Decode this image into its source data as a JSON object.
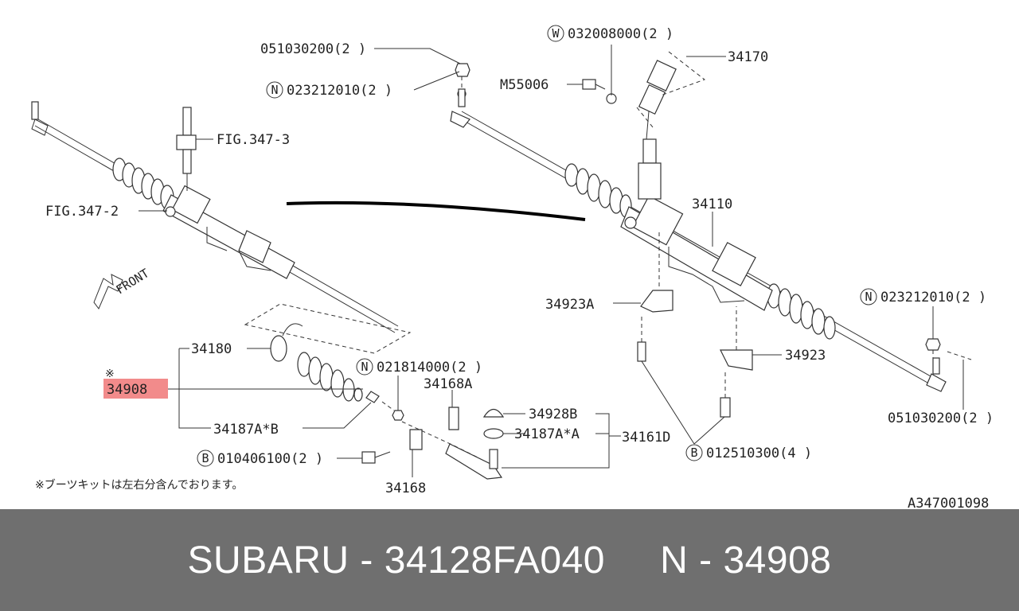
{
  "labels": {
    "fig_347_3": "FIG.347-3",
    "fig_347_2": "FIG.347-2",
    "front": "FRONT",
    "p051030200_top": "051030200(2 )",
    "p023212010_top": "023212010(2 )",
    "p032008000": "032008000(2 )",
    "p34170": "34170",
    "m55006": "M55006",
    "p34110": "34110",
    "p34923A": "34923A",
    "p34923": "34923",
    "p023212010_right": "023212010(2 )",
    "p051030200_right": "051030200(2 )",
    "p012510300": "012510300(4 )",
    "p34180": "34180",
    "asterisk": "※",
    "p34908": "34908",
    "p34187AB": "34187A*B",
    "p021814000": "021814000(2 )",
    "p34168A": "34168A",
    "p34928B": "34928B",
    "p34187AA": "34187A*A",
    "p34161D": "34161D",
    "p010406100": "010406100(2 )",
    "p34168": "34168",
    "note": "※ブーツキットは左右分含んでおります。",
    "code": "A347001098"
  },
  "prefix": {
    "N": "N",
    "W": "W",
    "B": "B"
  },
  "highlight_color": "#f28b8b",
  "footer": {
    "text": "SUBARU - 34128FA040     N - 34908"
  }
}
